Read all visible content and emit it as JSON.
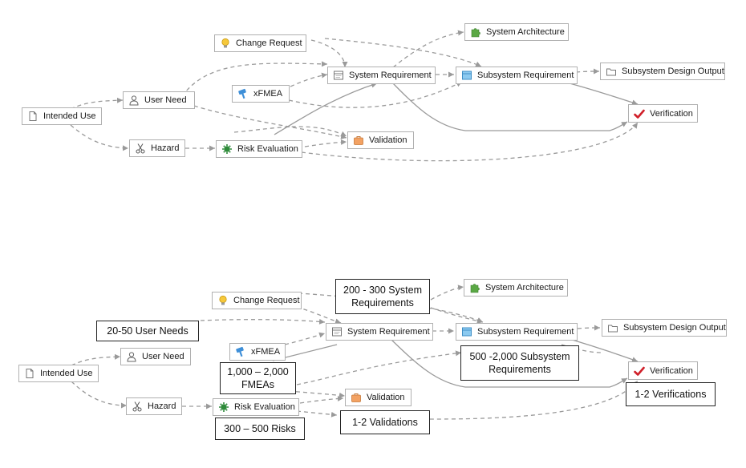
{
  "diagram1": {
    "intended_use": "Intended Use",
    "user_need": "User Need",
    "hazard": "Hazard",
    "risk_evaluation": "Risk Evaluation",
    "change_request": "Change Request",
    "xfmea": "xFMEA",
    "system_requirement": "System Requirement",
    "validation": "Validation",
    "system_architecture": "System Architecture",
    "subsystem_requirement": "Subsystem Requirement",
    "subsystem_design_output": "Subsystem Design Output",
    "verification": "Verification"
  },
  "diagram2": {
    "intended_use": "Intended Use",
    "user_need": "User Need",
    "hazard": "Hazard",
    "risk_evaluation": "Risk Evaluation",
    "change_request": "Change Request",
    "xfmea": "xFMEA",
    "system_requirement": "System Requirement",
    "validation": "Validation",
    "system_architecture": "System Architecture",
    "subsystem_requirement": "Subsystem Requirement",
    "subsystem_design_output": "Subsystem Design Output",
    "verification": "Verification"
  },
  "callouts": {
    "system_requirements": "200 - 300 System Requirements",
    "user_needs": "20-50 User Needs",
    "fmeas": "1,000 – 2,000 FMEAs",
    "subsystem_requirements": "500 -2,000 Subsystem Requirements",
    "verifications": "1-2 Verifications",
    "risks": "300 – 500 Risks",
    "validations": "1-2 Validations"
  },
  "icons": {
    "intended_use": "document-icon",
    "user_need": "user-icon",
    "hazard": "scissors-icon",
    "risk_evaluation": "virus-icon",
    "change_request": "lightbulb-icon",
    "xfmea": "hammer-icon",
    "system_requirement": "window-icon",
    "validation": "briefcase-icon",
    "system_architecture": "puzzle-icon",
    "subsystem_requirement": "window-blue-icon",
    "subsystem_design_output": "folder-icon",
    "verification": "checkmark-icon"
  },
  "colors": {
    "edge": "#9a9a9a",
    "node_border": "#b0b0b0",
    "callout_border": "#222222",
    "checkmark": "#d0202a",
    "puzzle": "#5aa844",
    "virus": "#2e8b3a"
  }
}
